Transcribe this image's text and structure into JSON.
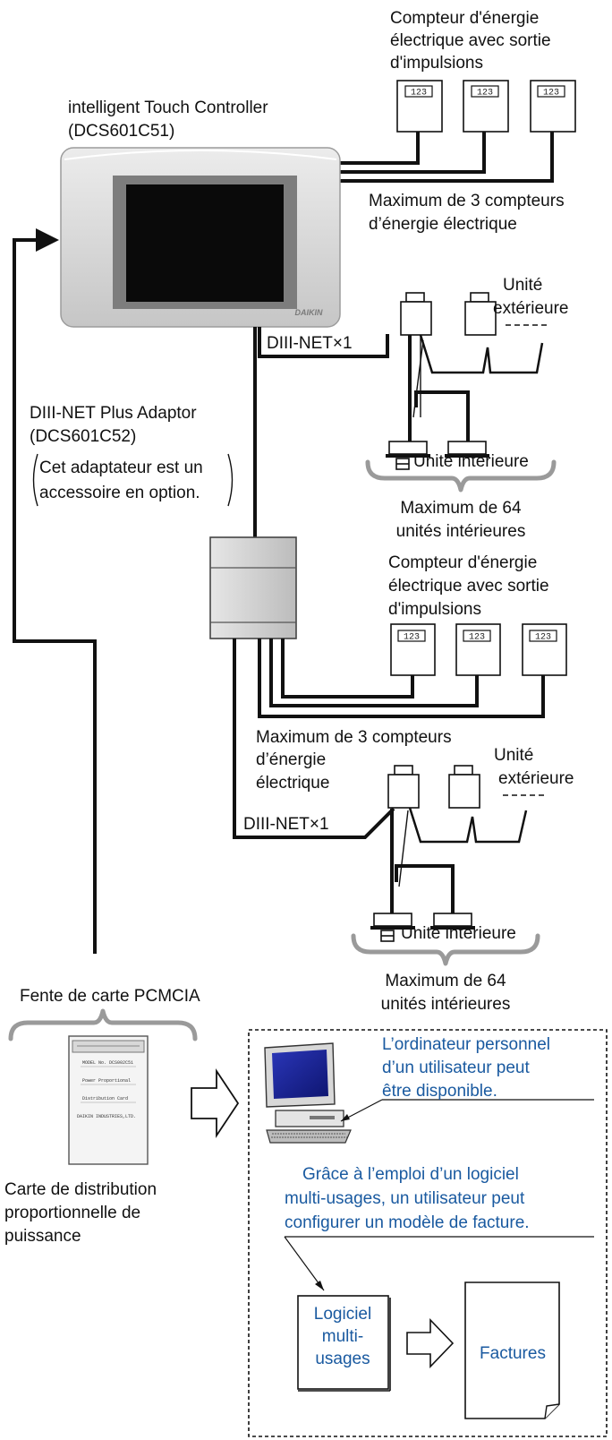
{
  "meter_group_1": {
    "title_lines": [
      "Compteur d'énergie",
      "électrique avec sortie",
      "d'impulsions"
    ],
    "display": "123",
    "max_lines": [
      "Maximum de 3 compteurs",
      "d’énergie électrique"
    ]
  },
  "controller": {
    "title_lines": [
      "intelligent Touch Controller",
      "(DCS601C51)"
    ],
    "logo": "DAIKIN"
  },
  "network_1": {
    "bus_label": "DIII-NET×1",
    "outdoor_lines": [
      "Unité",
      "extérieure"
    ],
    "indoor_label": "Unité intérieure",
    "max_lines": [
      "Maximum de 64",
      "unités intérieures"
    ]
  },
  "adaptor": {
    "title_lines": [
      "DIII-NET Plus Adaptor",
      "(DCS601C52)"
    ],
    "note_lines": [
      "Cet adaptateur est un",
      "accessoire en option."
    ]
  },
  "meter_group_2": {
    "title_lines": [
      "Compteur d'énergie",
      "électrique avec sortie",
      "d'impulsions"
    ],
    "display": "123",
    "max_lines": [
      "Maximum de 3 compteurs",
      "d’énergie",
      "électrique"
    ]
  },
  "network_2": {
    "bus_label": "DIII-NET×1",
    "outdoor_lines": [
      "Unité",
      "extérieure"
    ],
    "indoor_label": "Unité intérieure",
    "max_lines": [
      "Maximum de 64",
      "unités intérieures"
    ]
  },
  "pcmcia": {
    "slot_label": "Fente de carte PCMCIA",
    "card_text": [
      "MODEL No. DCS002C51",
      "Power Proportional",
      "Distribution Card",
      "DAIKIN INDUSTRIES,LTD."
    ],
    "caption_lines": [
      "Carte de distribution",
      "proportionnelle de",
      "puissance"
    ]
  },
  "pc_panel": {
    "pc_note_lines": [
      "L’ordinateur personnel",
      "d’un utilisateur peut",
      "être disponible."
    ],
    "software_note_lines": [
      "Grâce à l’emploi d’un logiciel",
      "multi-usages, un utilisateur peut",
      "configurer un modèle de facture."
    ],
    "software_box_lines": [
      "Logiciel",
      "multi-",
      "usages"
    ],
    "invoice_label": "Factures"
  },
  "colors": {
    "line": "#111111",
    "brace": "#9a9a9a",
    "note_text": "#1a5aa0",
    "device_body": "#dcdcdc",
    "screen": "#0a0a0a",
    "pc_screen": "#1e2aa0"
  }
}
